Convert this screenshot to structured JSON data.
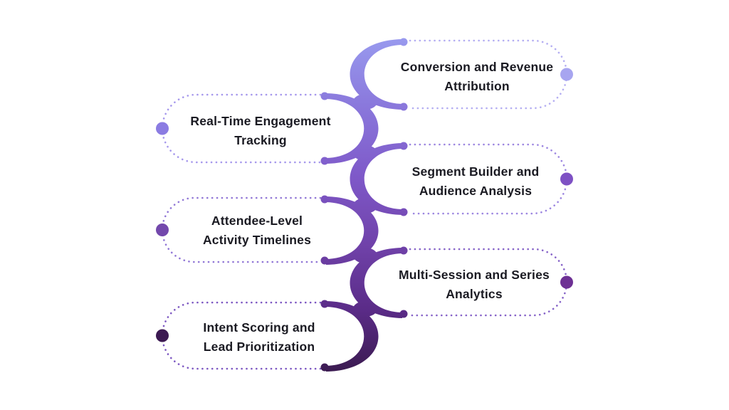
{
  "diagram": {
    "background": "#ffffff",
    "text_color": "#1a1a22",
    "pills": [
      {
        "id": "conversion-revenue-attribution",
        "side": "right",
        "line1": "Conversion and Revenue",
        "line2": "Attribution",
        "outline_color": "#b4aef2",
        "dot_color": "#a7a5f0"
      },
      {
        "id": "real-time-engagement-tracking",
        "side": "left",
        "line1": "Real-Time Engagement",
        "line2": "Tracking",
        "outline_color": "#a698ec",
        "dot_color": "#8b7ce2"
      },
      {
        "id": "segment-builder-audience-analysis",
        "side": "right",
        "line1": "Segment Builder and",
        "line2": "Audience Analysis",
        "outline_color": "#9c86e0",
        "dot_color": "#7e51c4"
      },
      {
        "id": "attendee-level-activity-timelines",
        "side": "left",
        "line1": "Attendee-Level",
        "line2": "Activity Timelines",
        "outline_color": "#9177d6",
        "dot_color": "#7348ac"
      },
      {
        "id": "multi-session-series-analytics",
        "side": "right",
        "line1": "Multi-Session and Series",
        "line2": "Analytics",
        "outline_color": "#8663c8",
        "dot_color": "#6d3094"
      },
      {
        "id": "intent-scoring-lead-prioritization",
        "side": "left",
        "line1": "Intent Scoring and",
        "line2": "Lead Prioritization",
        "outline_color": "#7d58c2",
        "dot_color": "#3c1a52"
      }
    ],
    "spine_gradient": {
      "stop0": "#9899ee",
      "stop1": "#8a78dc",
      "stop2": "#7e58c8",
      "stop3": "#6f41a8",
      "stop4": "#5a2b87",
      "stop5": "#3c1b52"
    }
  }
}
